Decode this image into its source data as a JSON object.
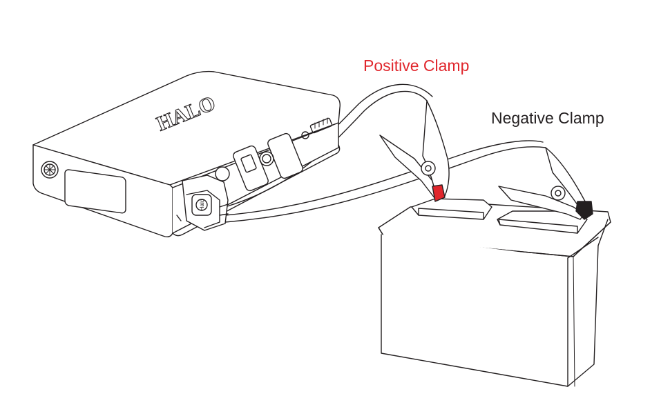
{
  "labels": {
    "positive": "Positive Clamp",
    "negative": "Negative Clamp"
  },
  "device": {
    "brand": "HALO",
    "connector_text": "Halo"
  },
  "colors": {
    "positive": "#e0262c",
    "negative": "#231f20",
    "line": "#231f20",
    "background": "#ffffff"
  },
  "icons": [
    "fan-vent-icon",
    "usb-port-icon",
    "power-button-icon",
    "battery-level-icon"
  ]
}
